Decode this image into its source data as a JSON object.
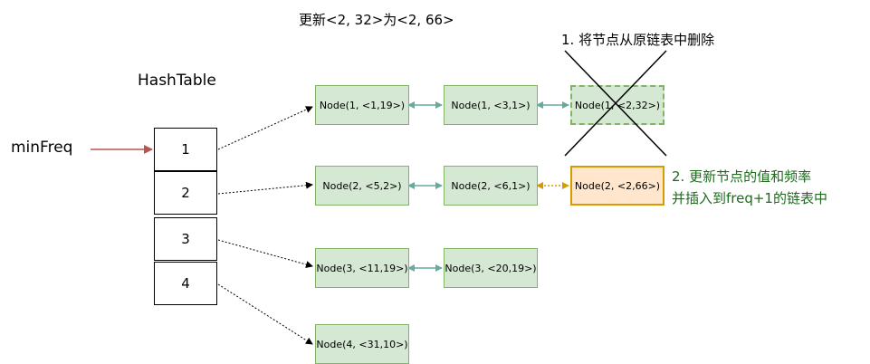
{
  "title": "更新<2, 32>为<2, 66>",
  "hashtable_label": "HashTable",
  "minfreq_label": "minFreq",
  "note_remove": "1. 将节点从原链表中删除",
  "note_update_line1": "2. 更新节点的值和频率",
  "note_update_line2": "并插入到freq+1的链表中",
  "cells": [
    "1",
    "2",
    "3",
    "4"
  ],
  "nodes": {
    "r1n1": "Node(1, <1,19>)",
    "r1n2": "Node(1, <3,1>)",
    "r1n3": "Node(1, <2,32>)",
    "r2n1": "Node(2, <5,2>)",
    "r2n2": "Node(2, <6,1>)",
    "r2n3": "Node(2, <2,66>)",
    "r3n1": "Node(3, <11,19>)",
    "r3n2": "Node(3, <20,19>)",
    "r4n1": "Node(4, <31,10>)"
  },
  "colors": {
    "node_fill": "#d5e8d4",
    "node_border": "#82b366",
    "highlight_fill": "#ffe6cc",
    "highlight_border": "#d79b00",
    "link_arrow": "#67ab9f",
    "minfreq_arrow": "#b85450",
    "note_green": "#1d6b1d"
  }
}
